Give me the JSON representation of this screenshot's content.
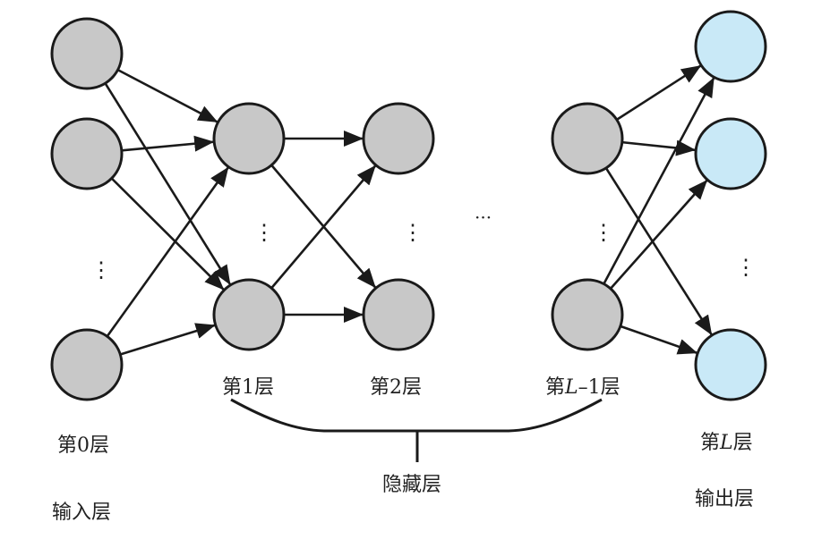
{
  "colors": {
    "hidden_node_fill": "#c8c8c8",
    "output_node_fill": "#c9e9f7",
    "stroke": "#1a1a1a"
  },
  "layers": [
    {
      "id": "input",
      "label_prefix": "第",
      "label_var": "0",
      "label_var_italic": false,
      "label_suffix": "层",
      "role_label": "输入层",
      "node_count_shown": 3,
      "node_type": "hidden"
    },
    {
      "id": "l1",
      "label_prefix": "第",
      "label_var": "1",
      "label_var_italic": false,
      "label_suffix": "层",
      "node_count_shown": 2,
      "node_type": "hidden"
    },
    {
      "id": "l2",
      "label_prefix": "第",
      "label_var": "2",
      "label_var_italic": false,
      "label_suffix": "层",
      "node_count_shown": 2,
      "node_type": "hidden"
    },
    {
      "id": "lm1",
      "label_prefix": "第",
      "label_var": "L",
      "label_var_italic": true,
      "label_rest": "–1",
      "label_suffix": "层",
      "node_count_shown": 2,
      "node_type": "hidden"
    },
    {
      "id": "output",
      "label_prefix": "第",
      "label_var": "L",
      "label_var_italic": true,
      "label_suffix": "层",
      "role_label": "输出层",
      "node_count_shown": 3,
      "node_type": "output"
    }
  ],
  "hidden_group_label": "隐藏层",
  "between_layers_ellipsis": "···",
  "vertical_ellipsis": "⋮"
}
